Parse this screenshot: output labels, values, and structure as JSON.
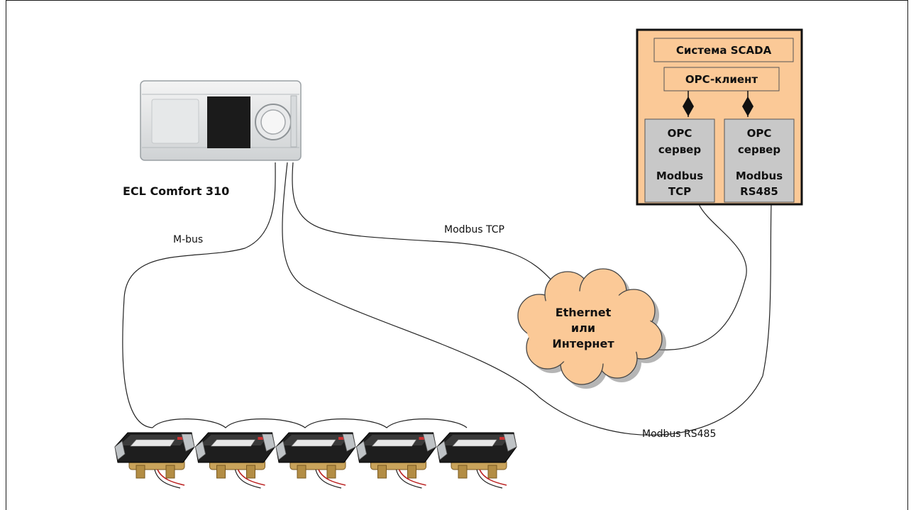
{
  "controller": {
    "label": "ECL Comfort 310"
  },
  "links": {
    "mbus": "M-bus",
    "modbus_tcp": "Modbus TCP",
    "modbus_rs485": "Modbus RS485"
  },
  "network": {
    "line1": "Ethernet",
    "line2": "или",
    "line3": "Интернет"
  },
  "scada": {
    "title": "Система SCADA",
    "client": "OPC-клиент",
    "servers": [
      {
        "l1": "OPC",
        "l2": "сервер",
        "l3": "Modbus",
        "l4": "TCP"
      },
      {
        "l1": "OPC",
        "l2": "сервер",
        "l3": "Modbus",
        "l4": "RS485"
      }
    ]
  },
  "meters": {
    "count": 5
  },
  "colors": {
    "scada_fill": "#fbc997",
    "cloud_fill": "#fbc997",
    "server_fill": "#c8c8c8",
    "line": "#222222"
  }
}
